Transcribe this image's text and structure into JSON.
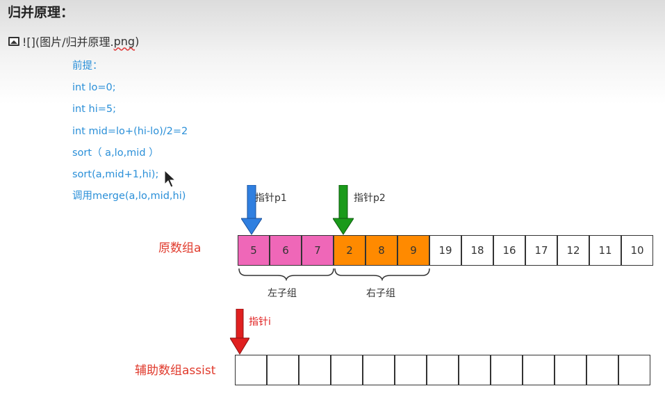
{
  "heading": "归并原理：",
  "image_line": {
    "prefix": "![](图片/归并原理.",
    "ext": "png",
    "suffix": ")"
  },
  "code_lines": [
    "前提：",
    "int lo=0;",
    "int hi=5;",
    "int mid=lo+(hi-lo)/2=2",
    "sort（ a,lo,mid ）",
    "sort(a,mid+1,hi);",
    "调用merge(a,lo,mid,hi)"
  ],
  "original_array": {
    "label": "原数组a",
    "values": [
      "5",
      "6",
      "7",
      "2",
      "8",
      "9",
      "19",
      "18",
      "16",
      "17",
      "12",
      "11",
      "10"
    ],
    "left_group_label": "左子组",
    "right_group_label": "右子组"
  },
  "pointers": {
    "p1": {
      "label": "指针p1",
      "color": "#2f7fe0"
    },
    "p2": {
      "label": "指针p2",
      "color": "#1a9a1a"
    },
    "i": {
      "label": "指针i",
      "color": "#e02020"
    }
  },
  "assist_array": {
    "label": "辅助数组assist",
    "cell_count": 13
  },
  "colors": {
    "left": "#ef67b8",
    "right": "#ff8a00",
    "code": "#2a8fd8",
    "red_label": "#e03a2c"
  }
}
